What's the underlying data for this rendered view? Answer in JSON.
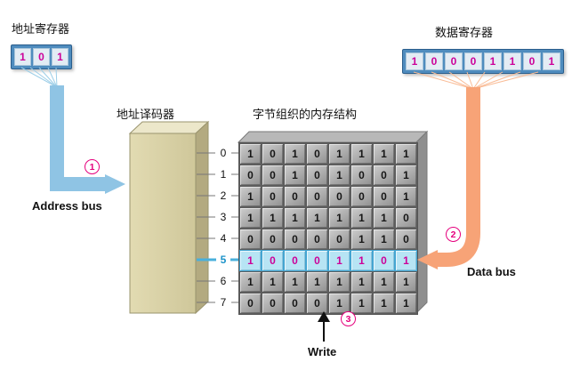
{
  "labels": {
    "address_register_title": "地址寄存器",
    "data_register_title": "数据寄存器",
    "decoder_title": "地址译码器",
    "memory_title": "字节组织的内存结构",
    "address_bus": "Address bus",
    "data_bus": "Data bus",
    "write": "Write"
  },
  "steps": {
    "one": "1",
    "two": "2",
    "three": "3"
  },
  "address_register": {
    "bits": [
      "1",
      "0",
      "1"
    ]
  },
  "data_register": {
    "bits": [
      "1",
      "0",
      "0",
      "0",
      "1",
      "1",
      "0",
      "1"
    ]
  },
  "memory": {
    "row_labels": [
      "0",
      "1",
      "2",
      "3",
      "4",
      "5",
      "6",
      "7"
    ],
    "rows": [
      [
        "1",
        "0",
        "1",
        "0",
        "1",
        "1",
        "1",
        "1"
      ],
      [
        "0",
        "0",
        "1",
        "0",
        "1",
        "0",
        "0",
        "1"
      ],
      [
        "1",
        "0",
        "0",
        "0",
        "0",
        "0",
        "0",
        "1"
      ],
      [
        "1",
        "1",
        "1",
        "1",
        "1",
        "1",
        "1",
        "0"
      ],
      [
        "0",
        "0",
        "0",
        "0",
        "0",
        "1",
        "1",
        "0"
      ],
      [
        "1",
        "0",
        "0",
        "0",
        "1",
        "1",
        "0",
        "1"
      ],
      [
        "1",
        "1",
        "1",
        "1",
        "1",
        "1",
        "1",
        "1"
      ],
      [
        "0",
        "0",
        "0",
        "0",
        "1",
        "1",
        "1",
        "1"
      ]
    ],
    "highlighted_row": 5
  },
  "colors": {
    "address_bus": "#8fc4e4",
    "data_bus": "#f7a377",
    "bit_digit": "#cc0099",
    "step_badge": "#e5007d",
    "highlight_cell_bg": "#b7e4f4",
    "highlight_border": "#44a5d1",
    "decoder_face": "#d9d2a6",
    "memory_cell_face": "#a9a9a9"
  }
}
